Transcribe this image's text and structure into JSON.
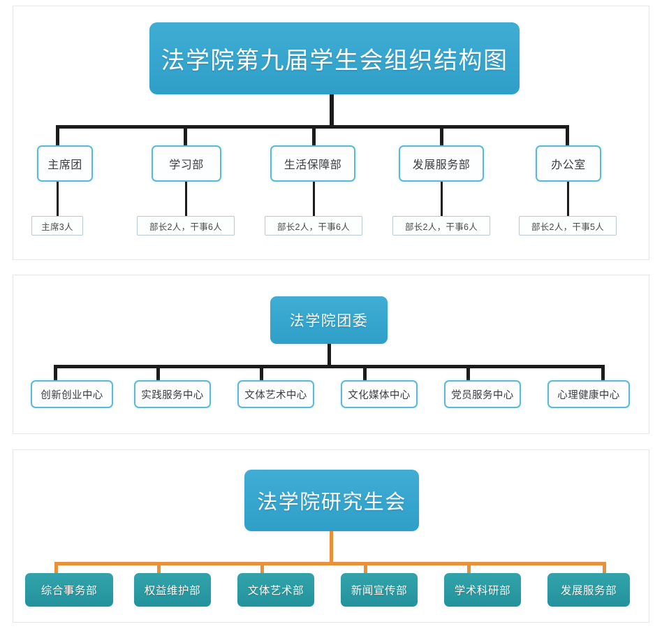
{
  "chart_data": {
    "type": "diagram",
    "title": "法学院第九届学生会组织结构图",
    "subtype": "organizational-chart",
    "panels": [
      {
        "id": "student-union",
        "root": "法学院第九届学生会组织结构图",
        "connector_color": "#1c1c1c",
        "root_color": "#3fadd4",
        "node_border_color": "#5cb9d6",
        "children": [
          {
            "label": "主席团",
            "detail": "主席3人"
          },
          {
            "label": "学习部",
            "detail": "部长2人，干事6人"
          },
          {
            "label": "生活保障部",
            "detail": "部长2人，干事6人"
          },
          {
            "label": "发展服务部",
            "detail": "部长2人，干事6人"
          },
          {
            "label": "办公室",
            "detail": "部长2人，干事5人"
          }
        ]
      },
      {
        "id": "youth-league-committee",
        "root": "法学院团委",
        "connector_color": "#1c1c1c",
        "root_color": "#3fadd4",
        "node_border_color": "#5cb9d6",
        "children": [
          {
            "label": "创新创业中心"
          },
          {
            "label": "实践服务中心"
          },
          {
            "label": "文体艺术中心"
          },
          {
            "label": "文化媒体中心"
          },
          {
            "label": "党员服务中心"
          },
          {
            "label": "心理健康中心"
          }
        ]
      },
      {
        "id": "graduate-student-union",
        "root": "法学院研究生会",
        "connector_color": "#e8913a",
        "root_color": "#3fadd4",
        "node_fill_color": "#2b9ea8",
        "children": [
          {
            "label": "综合事务部"
          },
          {
            "label": "权益维护部"
          },
          {
            "label": "文体艺术部"
          },
          {
            "label": "新闻宣传部"
          },
          {
            "label": "学术科研部"
          },
          {
            "label": "发展服务部"
          }
        ]
      }
    ]
  },
  "colors": {
    "header_blue": "#3fadd4",
    "node_teal": "#2b9ea8",
    "connector_dark": "#1c1c1c",
    "connector_orange": "#e8913a",
    "node_border": "#5cb9d6",
    "count_border": "#b9c9d1",
    "panel_border": "#e6e6e6",
    "background": "#ffffff"
  }
}
